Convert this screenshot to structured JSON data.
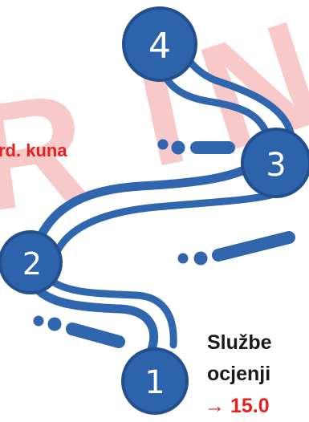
{
  "watermark": {
    "letters": [
      "R",
      "I",
      "N"
    ],
    "color": "#f7c9c9"
  },
  "colors": {
    "path": "#2f66ad",
    "node": "#2d63ab",
    "node_border": "#234f8c",
    "number": "#ffffff",
    "accent_red": "#e81f1f"
  },
  "steps": [
    {
      "number": "1"
    },
    {
      "number": "2"
    },
    {
      "number": "3"
    },
    {
      "number": "4"
    }
  ],
  "texts": {
    "left_red": "rd. kuna",
    "right_line1": "Službe",
    "right_line2": "ocjenji",
    "right_line3": "→ 15.0"
  }
}
